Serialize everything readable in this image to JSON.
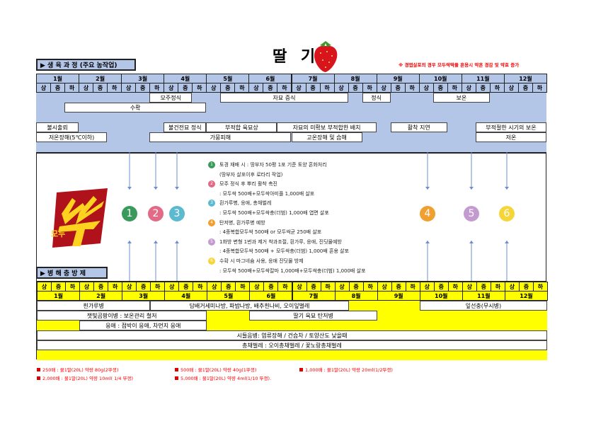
{
  "title": "딸 기",
  "growth_section_label": "▶ 생 육 과 정 (주요 농작업)",
  "pest_section_label": "▶ 병 해 충 방 제",
  "top_note": "※ 경엽살포의 경우 모두싹딱풀 혼용시 약흔 경감 및 약효 증가",
  "months": [
    "1월",
    "2월",
    "3월",
    "4월",
    "5월",
    "6월",
    "7월",
    "8월",
    "9월",
    "10월",
    "11월",
    "12월"
  ],
  "periods": [
    "상",
    "중",
    "하"
  ],
  "colors": {
    "band": "#b4c6e7",
    "yellow": "#ffff00",
    "c1": "#3a9a5b",
    "c2": "#e26a86",
    "c3": "#5bb9d0",
    "c4": "#f0a030",
    "c5": "#c49bd0",
    "c6": "#f5d63a"
  },
  "growth_rows": [
    [
      {
        "text": "모주정식",
        "start": 8,
        "end": 10
      },
      {
        "text": "자묘 증식",
        "start": 13,
        "end": 21
      },
      {
        "text": "정식",
        "start": 23,
        "end": 24
      },
      {
        "text": "보온",
        "start": 28,
        "end": 31
      }
    ],
    [
      {
        "text": "수확",
        "start": 2,
        "end": 11
      }
    ],
    [],
    [
      {
        "text": "불시출뢰",
        "start": 0,
        "end": 2
      },
      {
        "text": "불건전묘 정식",
        "start": 9,
        "end": 11
      },
      {
        "text": "부적합 육묘상",
        "start": 12,
        "end": 16
      },
      {
        "text": "자묘의 미확보 부적합한 배치",
        "start": 17,
        "end": 23
      },
      {
        "text": "활착 지연",
        "start": 25,
        "end": 28
      },
      {
        "text": "부적절한 시기의 보온",
        "start": 31,
        "end": 35
      }
    ],
    [
      {
        "text": "저온장해(5℃이하)",
        "start": 0,
        "end": 4
      },
      {
        "text": "가뭄피해",
        "start": 8,
        "end": 17
      },
      {
        "text": "고온장해 및 습해",
        "start": 18,
        "end": 22
      },
      {
        "text": "저온",
        "start": 31,
        "end": 35
      }
    ],
    []
  ],
  "pest_rows": [
    [
      {
        "text": "흰가루병",
        "start": 0,
        "end": 7
      },
      {
        "text": "담배거세미나방, 파밤나방, 배추흰나비, 오이잎벌레",
        "start": 8,
        "end": 21
      },
      {
        "text": "",
        "start": 22,
        "end": 26,
        "fill": "yellow"
      },
      {
        "text": "잎선충(무시병)",
        "start": 27,
        "end": 35
      }
    ],
    [
      {
        "text": "잿빛곰팡이병 : 보온관리 철저",
        "start": 0,
        "end": 11
      },
      {
        "text": "",
        "start": 12,
        "end": 14,
        "fill": "yellow"
      },
      {
        "text": "딸기 육묘 탄저병",
        "start": 15,
        "end": 23
      },
      {
        "text": "",
        "start": 24,
        "end": 35,
        "fill": "yellow"
      }
    ],
    [
      {
        "text": "",
        "start": 0,
        "end": 2,
        "fill": "yellow"
      },
      {
        "text": "응애 : 점박이 응애, 차먼지 응애",
        "start": 3,
        "end": 11
      },
      {
        "text": "",
        "start": 12,
        "end": 35,
        "fill": "yellow"
      }
    ],
    [
      {
        "text": "시들음병: 염류장해 / 건습차 / 토양산도 낮을때",
        "start": 0,
        "end": 35
      }
    ],
    [
      {
        "text": "총채벌레 : 오이총채벌레 / 꽃노랑총채벌레",
        "start": 0,
        "end": 35
      }
    ],
    [
      {
        "text": "",
        "start": 0,
        "end": 35,
        "fill": "yellow"
      }
    ]
  ],
  "steps": [
    {
      "num": "1",
      "lines": [
        "토경 재배 시 : 땅부자 50평 1포 기준 토양 혼화처리",
        "(땅부자 살포이후 로타리 작업)"
      ]
    },
    {
      "num": "2",
      "lines": [
        "모주 정식 후 뿌리 활착 촉진",
        ": 모두싹 500배+모두싹아미플 1,000배 살포"
      ]
    },
    {
      "num": "3",
      "lines": [
        "흰가루병, 응애, 총채벌레",
        ": 모두싹 500배+모두싹충(더범) 1,000배 엽면 살포"
      ]
    },
    {
      "num": "4",
      "lines": [
        "탄저병, 흰가루병 예방",
        ": 4종복합모두싹 500배 or 모두싹균 250배 살포"
      ]
    },
    {
      "num": "5",
      "lines": [
        "1화방 변형 1번과 제거 착과조절, 흰가루, 응애, 진딧물예방",
        ": 4종복합모두싹 500배 + 모두싹충(더범) 1,000배 혼용 살포"
      ]
    },
    {
      "num": "6",
      "lines": [
        "수확 시 마그네슘 사용, 응애 진딧물 방제",
        ": 모두싹 500배+모두싹칼마 1,000배+모두싹충(더범) 1,000배 살포"
      ]
    }
  ],
  "logo_text": "모두싹",
  "dilution_notes": [
    "250배 : 물1말(20L) 약량 80g(2뚜껑)",
    "500배 : 물1말(20L) 약량 40g(1뚜껑)",
    "1,000배 : 물1말(20L) 약량 20ml(1/2뚜껑)",
    "2,000배 : 물1말(20L) 약량 10ml( 1/4 뚜껑)",
    "5,000배 : 물1말(20L) 약량 4ml(1/10 뚜껑)."
  ]
}
